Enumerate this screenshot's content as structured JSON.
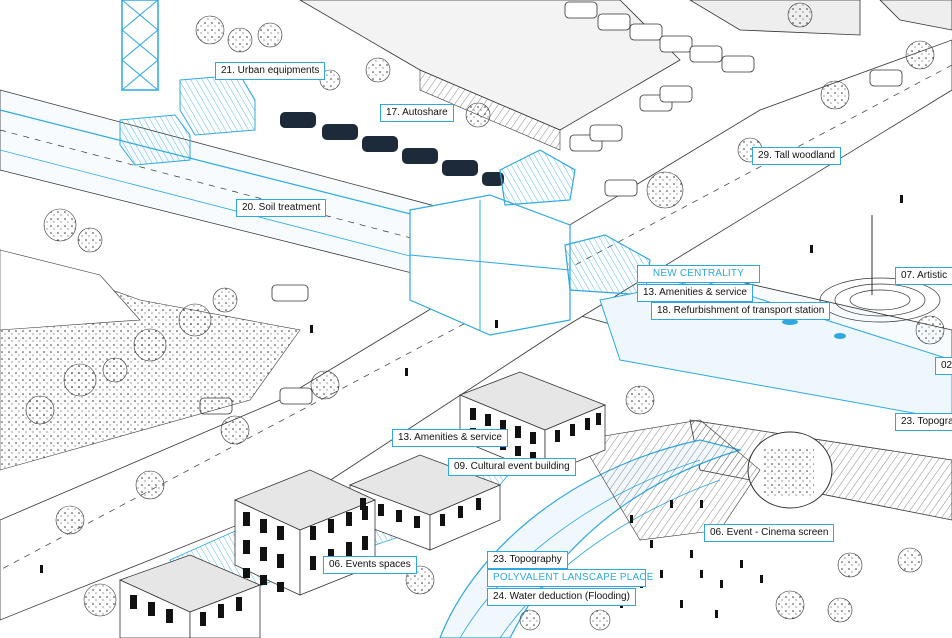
{
  "colors": {
    "accent": "#2fa8e0",
    "ink": "#111111",
    "road": "#ffffff",
    "roof": "#e6e6e6"
  },
  "labels": {
    "l21": "21. Urban equipments",
    "l17": "17. Autoshare",
    "l29": "29. Tall woodland",
    "l20": "20. Soil treatment",
    "l_new": "NEW CENTRALITY",
    "l13a": "13. Amenities & service",
    "l18": "18. Refurbishment of transport station",
    "l07": "07. Artistic",
    "l02": "02",
    "l23a": "23. Topogra",
    "l13b": "13. Amenities & service",
    "l09": "09. Cultural event building",
    "l06a": "06. Event - Cinema screen",
    "l23b": "23. Topography",
    "l_poly": "POLYVALENT LANSCAPE PLACE",
    "l06b": "06. Events spaces",
    "l24": "24. Water deduction (Flooding)"
  }
}
